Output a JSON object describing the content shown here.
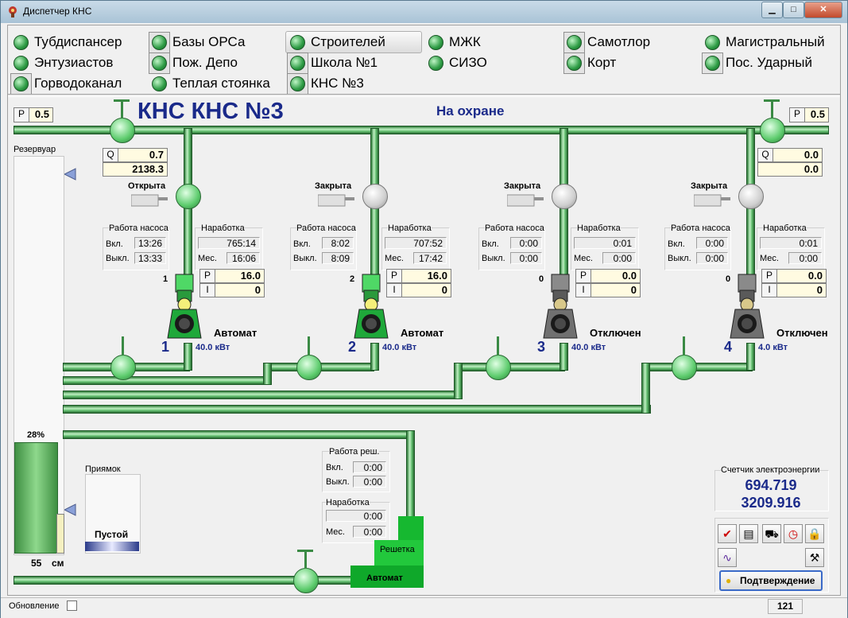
{
  "window": {
    "title": "Диспетчер КНС",
    "minimize": "▁",
    "maximize": "□",
    "close": "✕"
  },
  "stations": [
    {
      "label": "Тубдиспансер"
    },
    {
      "label": "Энтузиастов"
    },
    {
      "label": "Горводоканал"
    },
    {
      "label": "Базы ОРСа"
    },
    {
      "label": "Пож. Депо"
    },
    {
      "label": "Теплая стоянка"
    },
    {
      "label": "Строителей"
    },
    {
      "label": "Школа №1"
    },
    {
      "label": "КНС №3"
    },
    {
      "label": "МЖК"
    },
    {
      "label": "СИЗО"
    },
    {
      "label": "Самотлор"
    },
    {
      "label": "Корт"
    },
    {
      "label": "Магистральный"
    },
    {
      "label": "Пос. Ударный"
    }
  ],
  "header": {
    "title": "КНС КНС №3",
    "status": "На охране"
  },
  "pressure_left": {
    "key": "P",
    "value": "0.5"
  },
  "pressure_right": {
    "key": "P",
    "value": "0.5"
  },
  "flow_left": {
    "key": "Q",
    "value": "0.7",
    "total": "2138.3"
  },
  "flow_right": {
    "key": "Q",
    "value": "0.0",
    "total": "0.0"
  },
  "labels": {
    "work_pump": "Работа насоса",
    "runtime": "Наработка",
    "on": "Вкл.",
    "off": "Выкл.",
    "month": "Мес.",
    "p": "P",
    "i": "I",
    "reservoir": "Резервуар",
    "pit": "Приямок",
    "pit_state": "Пустой",
    "grate": "Решетка",
    "grate_mode": "Автомат",
    "work_grate": "Работа реш.",
    "meter_title": "Счетчик электроэнергии",
    "refresh": "Обновление",
    "confirm": "Подтверждение"
  },
  "pumps": [
    {
      "num": "1",
      "valve": "Открыта",
      "on": "13:26",
      "off": "13:33",
      "runtime": "765:14",
      "month": "16:06",
      "p": "16.0",
      "i": "0",
      "mode": "Автомат",
      "kw": "40.0 кВт",
      "idx": "1"
    },
    {
      "num": "2",
      "valve": "Закрыта",
      "on": "8:02",
      "off": "8:09",
      "runtime": "707:52",
      "month": "17:42",
      "p": "16.0",
      "i": "0",
      "mode": "Автомат",
      "kw": "40.0 кВт",
      "idx": "2"
    },
    {
      "num": "3",
      "valve": "Закрыта",
      "on": "0:00",
      "off": "0:00",
      "runtime": "0:01",
      "month": "0:00",
      "p": "0.0",
      "i": "0",
      "mode": "Отключен",
      "kw": "40.0 кВт",
      "idx": "0"
    },
    {
      "num": "4",
      "valve": "Закрыта",
      "on": "0:00",
      "off": "0:00",
      "runtime": "0:01",
      "month": "0:00",
      "p": "0.0",
      "i": "0",
      "mode": "Отключен",
      "kw": "4.0 кВт",
      "idx": "0"
    }
  ],
  "reservoir": {
    "percent": "28%",
    "level_fraction": 0.28,
    "level_cm": "55",
    "unit": "см"
  },
  "grate_work": {
    "on": "0:00",
    "off": "0:00",
    "runtime": "0:00",
    "month": "0:00"
  },
  "meter": {
    "value1": "694.719",
    "value2": "3209.916"
  },
  "statusbar": {
    "counter": "121"
  },
  "colors": {
    "accent": "#1a2a8a",
    "pipe": "#5fbb6c",
    "active_pump": "#2fb84a",
    "off_pump": "#606060",
    "panel_bg": "#fffbe1"
  }
}
